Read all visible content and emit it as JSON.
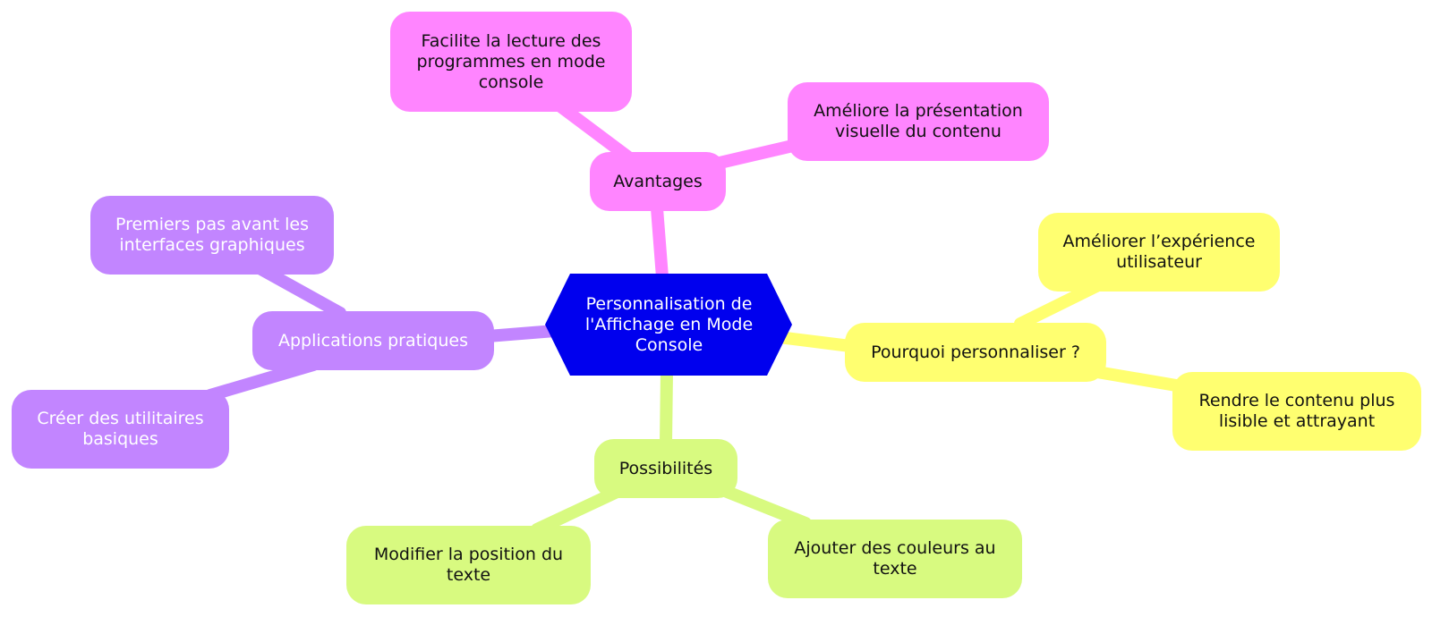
{
  "colors": {
    "root": "#0000ee",
    "pink": "#ff85ff",
    "yellow": "#ffff70",
    "green": "#d8fa80",
    "purple": "#c285ff"
  },
  "root": {
    "label": "Personnalisation de l'Affichage en Mode Console"
  },
  "branches": {
    "avantages": {
      "label": "Avantages",
      "children": [
        "Facilite la lecture des programmes en mode console",
        "Améliore la présentation visuelle du contenu"
      ]
    },
    "pourquoi": {
      "label": "Pourquoi personnaliser ?",
      "children": [
        "Améliorer l’expérience utilisateur",
        "Rendre le contenu plus lisible et attrayant"
      ]
    },
    "possibilites": {
      "label": "Possibilités",
      "children": [
        "Modifier la position du texte",
        "Ajouter des couleurs au texte"
      ]
    },
    "applications": {
      "label": "Applications pratiques",
      "children": [
        "Premiers pas avant les interfaces graphiques",
        "Créer des utilitaires basiques"
      ]
    }
  }
}
